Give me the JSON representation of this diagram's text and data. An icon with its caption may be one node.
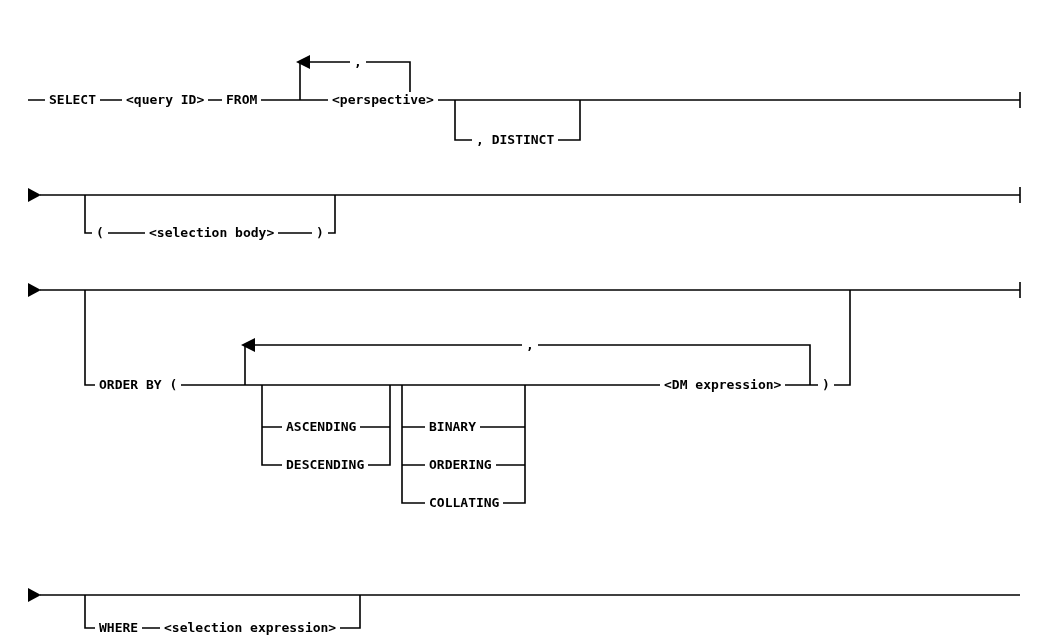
{
  "diagram": {
    "labels": [
      "SELECT",
      "<query ID>",
      "FROM",
      ",",
      "<perspective>",
      ", DISTINCT",
      "(",
      "<selection body>",
      ")",
      "ORDER BY (",
      ",",
      "ASCENDING",
      "DESCENDING",
      "BINARY",
      "ORDERING",
      "COLLATING",
      "<DM expression>",
      ")",
      "WHERE",
      "<selection expression>"
    ]
  }
}
